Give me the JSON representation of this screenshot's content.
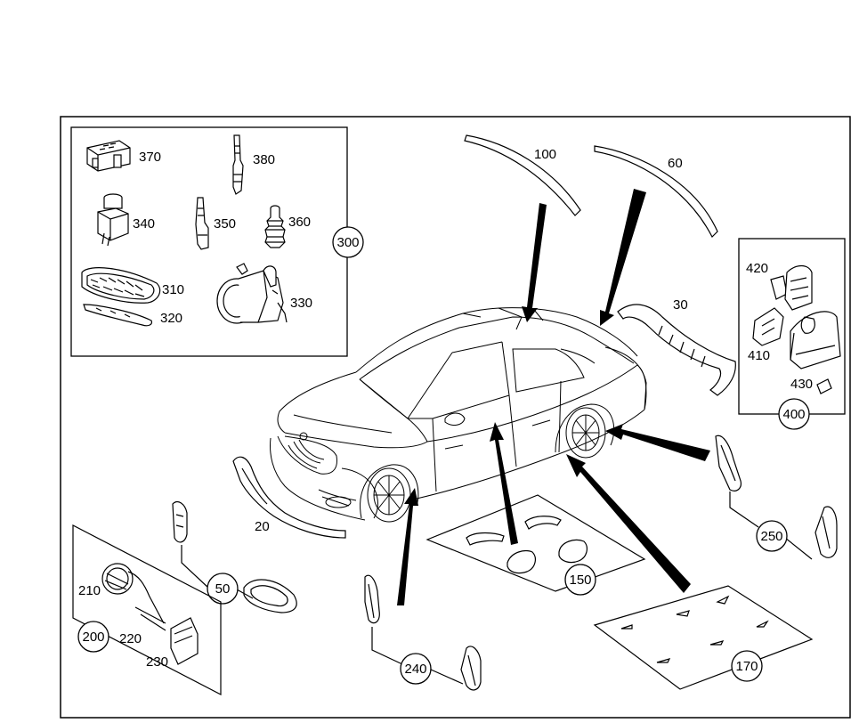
{
  "parts": {
    "p370": "370",
    "p380": "380",
    "p340": "340",
    "p350": "350",
    "p360": "360",
    "p300": "300",
    "p310": "310",
    "p320": "320",
    "p330": "330",
    "p100": "100",
    "p60": "60",
    "p30": "30",
    "p420": "420",
    "p410": "410",
    "p430": "430",
    "p400": "400",
    "p20": "20",
    "p50": "50",
    "p150": "150",
    "p250": "250",
    "p210": "210",
    "p220": "220",
    "p230": "230",
    "p200": "200",
    "p240": "240",
    "p170": "170"
  }
}
